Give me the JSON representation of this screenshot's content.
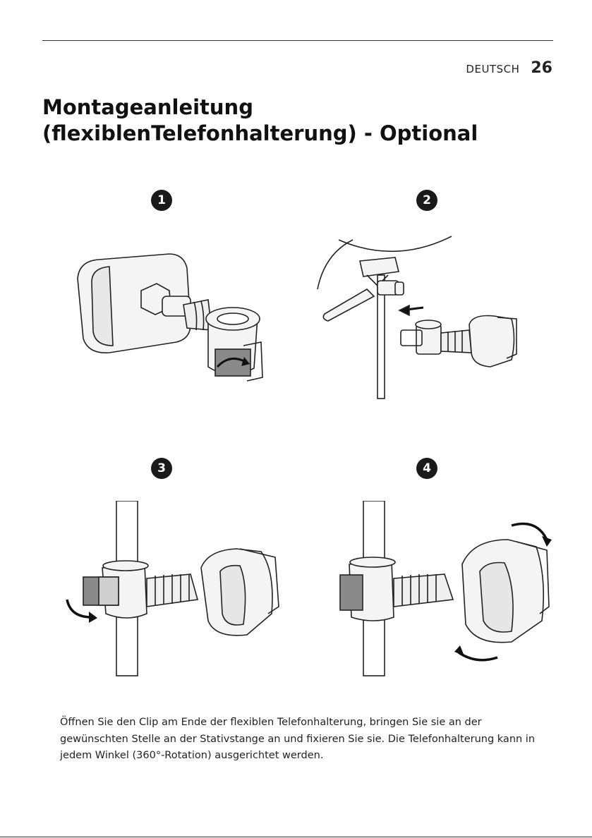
{
  "header": {
    "language": "DEUTSCH",
    "page_number": "26"
  },
  "title": "Montageanleitung (flexiblenTelefonhalterung) - Optional",
  "steps": [
    {
      "number": "1"
    },
    {
      "number": "2"
    },
    {
      "number": "3"
    },
    {
      "number": "4"
    }
  ],
  "body_text": "Öffnen Sie den Clip am Ende der flexiblen Telefonhalterung, bringen Sie sie an der gewünschten Stelle an der Stativstange an und fixieren Sie sie. Die Telefonhalterung kann in jedem Winkel (360°-Rotation) ausgerichtet werden."
}
